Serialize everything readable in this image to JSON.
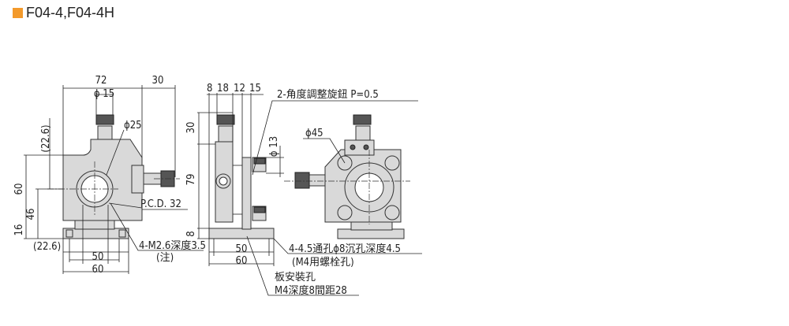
{
  "title": "F04-4,F04-4H",
  "colors": {
    "title_marker": "#f39a2b",
    "part_fill": "#d9d9d9"
  },
  "front_view": {
    "dim_width": "72",
    "dim_knob": "30",
    "dim_phi15": "ϕ 15",
    "dim_phi25": "ϕ25",
    "dim_22_6_v": "(22.6)",
    "dim_60_v": "60",
    "dim_46": "46",
    "dim_16": "16",
    "dim_22_6_h": "(22.6)",
    "dim_50": "50",
    "dim_60_h": "60",
    "pcd": "P.C.D. 32",
    "tap_note": "4-M2.6深度3.5",
    "tap_note_sub": "(注)"
  },
  "side_view": {
    "dims_top": [
      "8",
      "18",
      "12",
      "15"
    ],
    "dim_30": "30",
    "dim_79": "79",
    "dim_8": "8",
    "dim_phi13": "ϕ 13",
    "dim_50": "50",
    "dim_60": "60",
    "knob_note": "2-角度調整旋鈕 P=0.5",
    "hole_note": "4-4.5通孔ϕ8沉孔深度4.5",
    "hole_note_sub": "(M4用螺栓孔)",
    "plate_note": "板安裝孔",
    "plate_note_sub": "M4深度8間距28"
  },
  "back_view": {
    "dim_phi45": "ϕ45"
  }
}
